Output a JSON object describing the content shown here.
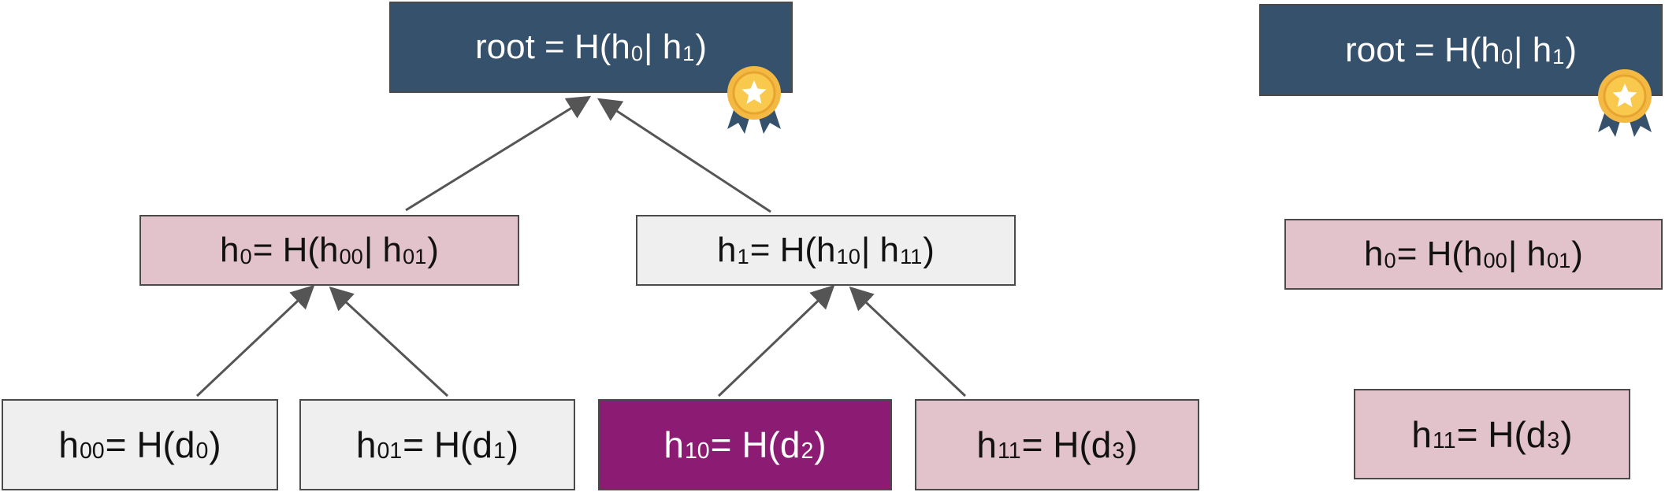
{
  "colors": {
    "root_fill": "#36516b",
    "pink_fill": "#e2c2cb",
    "gray_fill": "#efefef",
    "purple_fill": "#8c1c73",
    "border": "#4a4a4a",
    "arrow": "#555555",
    "badge_gold": "#f4b942",
    "badge_inner": "#f9c94e",
    "ribbon": "#36516b"
  },
  "icons": {
    "award": "award-badge-icon"
  },
  "tree": {
    "root": {
      "pre": "root = H(h",
      "s1": "0",
      "mid": " | h",
      "s2": "1",
      "post": ")"
    },
    "h0": {
      "pre": "h",
      "s0": "0",
      "mid1": " = H(h",
      "s1": "00",
      "mid": " | h",
      "s2": "01",
      "post": ")"
    },
    "h1": {
      "pre": "h",
      "s0": "1",
      "mid1": " = H(h",
      "s1": "10",
      "mid": " | h",
      "s2": "11",
      "post": ")"
    },
    "h00": {
      "pre": "h",
      "s0": "00",
      "mid": " = H(d",
      "s1": "0",
      "post": ")"
    },
    "h01": {
      "pre": "h",
      "s0": "01",
      "mid": " = H(d",
      "s1": "1",
      "post": ")"
    },
    "h10": {
      "pre": "h",
      "s0": "10",
      "mid": " = H(d",
      "s1": "2",
      "post": ")"
    },
    "h11": {
      "pre": "h",
      "s0": "11",
      "mid": " = H(d",
      "s1": "3",
      "post": ")"
    }
  },
  "proof": {
    "root": {
      "pre": "root = H(h",
      "s1": "0",
      "mid": " | h",
      "s2": "1",
      "post": ")"
    },
    "h0": {
      "pre": "h",
      "s0": "0",
      "mid1": " = H(h",
      "s1": "00",
      "mid": " | h",
      "s2": "01",
      "post": ")"
    },
    "h11": {
      "pre": "h",
      "s0": "11",
      "mid": " = H(d",
      "s1": "3",
      "post": ")"
    }
  }
}
